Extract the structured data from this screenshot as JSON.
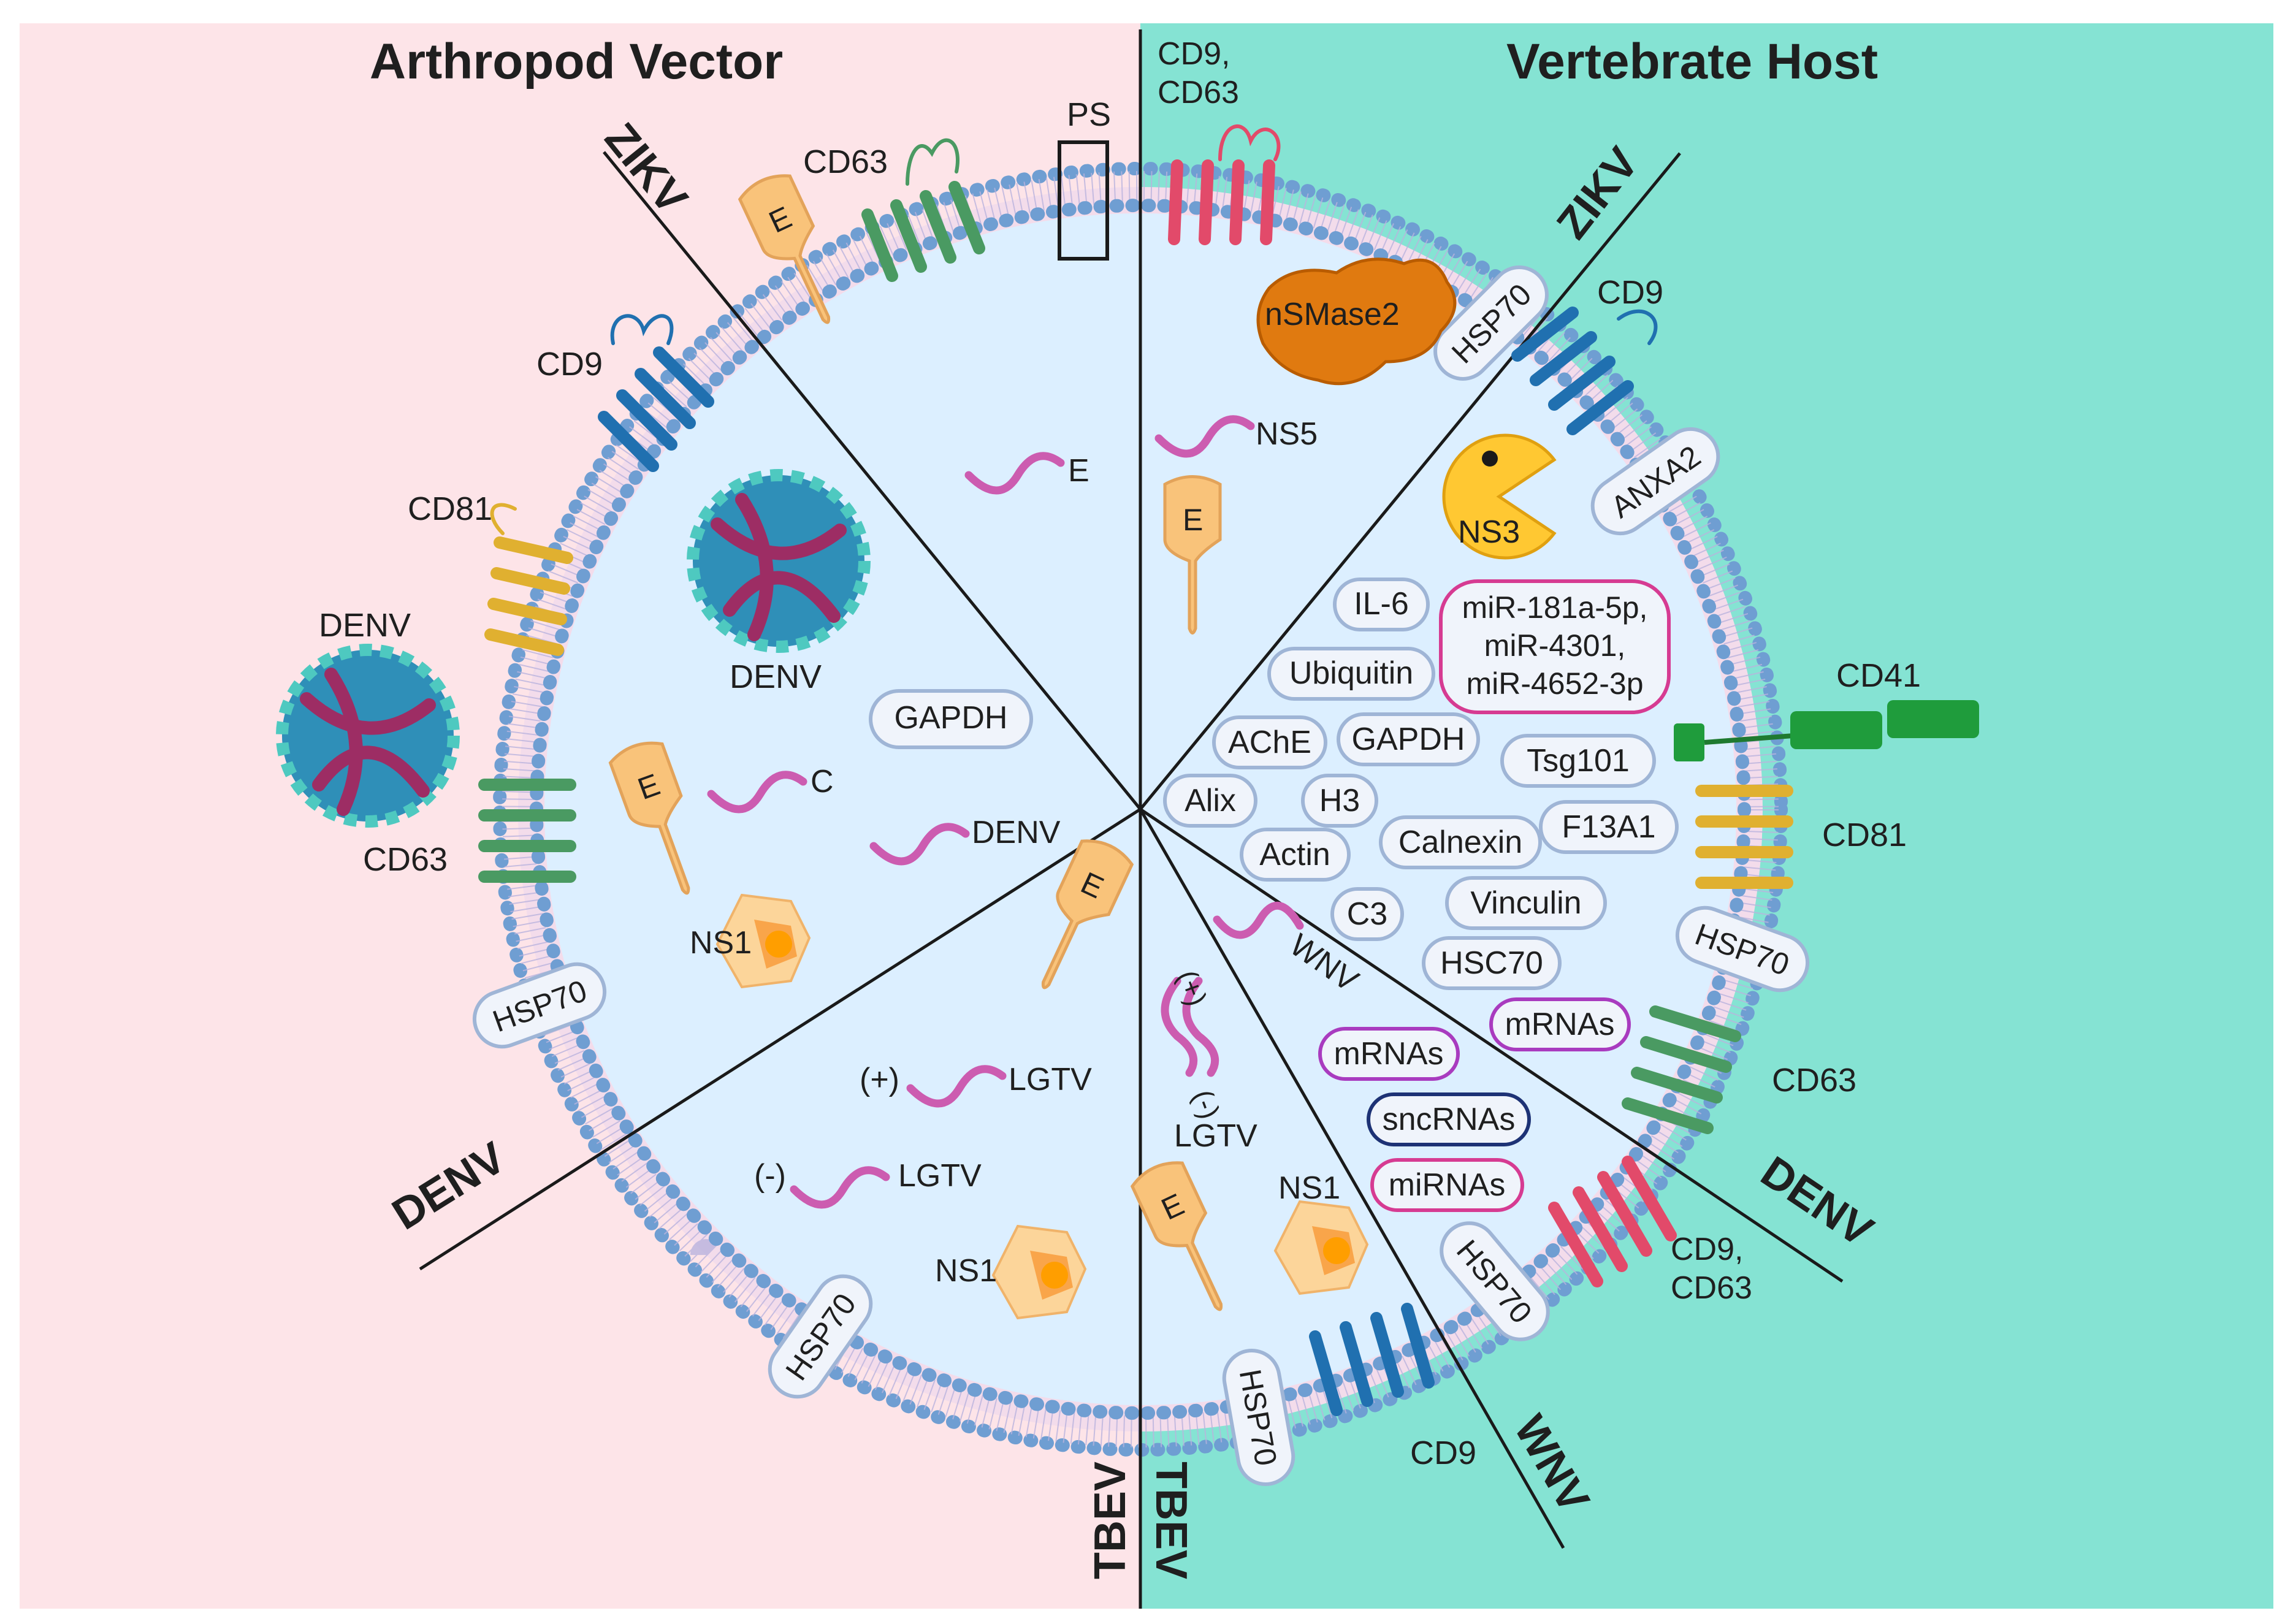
{
  "titles": {
    "left": "Arthropod Vector",
    "right": "Vertebrate Host"
  },
  "sectors": {
    "zikv_left": "ZIKV",
    "denv_left": "DENV",
    "tbev_left": "TBEV",
    "tbev_right": "TBEV",
    "wnv": "WNV",
    "denv_right": "DENV",
    "zikv_right": "ZIKV"
  },
  "membrane_labels": {
    "ps": "PS",
    "cd63_top": "CD63",
    "cd9_left": "CD9",
    "cd81_left": "CD81",
    "denv_outside": "DENV",
    "cd63_left": "CD63",
    "cd9_cd63_top_line1": "CD9,",
    "cd9_cd63_top_line2": "CD63",
    "cd9_right": "CD9",
    "cd41": "CD41",
    "cd81_right": "CD81",
    "cd63_right": "CD63",
    "cd9_cd63_bottom_line1": "CD9,",
    "cd9_cd63_bottom_line2": "CD63",
    "cd9_bottom": "CD9"
  },
  "pills": {
    "hsp70_left": "HSP70",
    "hsp70_bottom_left": "HSP70",
    "hsp70_bottom": "HSP70",
    "hsp70_bottom_right": "HSP70",
    "hsp70_right": "HSP70",
    "hsp70_top_right": "HSP70",
    "anxa2": "ANXA2"
  },
  "cargo": {
    "e_rna": "E",
    "denv_particle": "DENV",
    "gapdh_left": "GAPDH",
    "c_rna": "C",
    "denv_rna": "DENV",
    "ns1_left": "NS1",
    "lgtv_plus_sign": "(+)",
    "lgtv_plus": "LGTV",
    "lgtv_minus_sign": "(-)",
    "lgtv_minus": "LGTV",
    "ns1_bottom": "NS1",
    "nsmase2": "nSMase2",
    "ns5": "NS5",
    "ns3": "NS3",
    "il6": "IL-6",
    "mirna_list_1": "miR-181a-5p,",
    "mirna_list_2": "miR-4301,",
    "mirna_list_3": "miR-4652-3p",
    "ubiquitin": "Ubiquitin",
    "ache": "AChE",
    "gapdh_right": "GAPDH",
    "tsg101": "Tsg101",
    "alix": "Alix",
    "h3": "H3",
    "f13a1": "F13A1",
    "calnexin": "Calnexin",
    "actin": "Actin",
    "vinculin": "Vinculin",
    "c3": "C3",
    "hsc70": "HSC70",
    "wnv_rna": "WNV",
    "mrnas_1": "mRNAs",
    "mrnas_2": "mRNAs",
    "sncrnas": "sncRNAs",
    "mirnas": "miRNAs",
    "lgtv_right": "LGTV",
    "plus_right": "(+)",
    "minus_right": "(-)",
    "ns1_right": "NS1",
    "e_protein": "E"
  },
  "colors": {
    "left_bg": "#fde4e8",
    "right_bg": "#85e3d3",
    "vesicle": "#dcefff",
    "membrane": "#6f9ed2",
    "membrane_inner": "#f3dceb",
    "tetraspanin_cd63": "#4a9a62",
    "tetraspanin_cd9": "#2070b0",
    "tetraspanin_cd81": "#e0b030",
    "tetraspanin_cd9_cd63": "#e24a6a",
    "cd41": "#1f9c3c",
    "rna": "#cc5cb0",
    "e_protein": "#f9c37a",
    "nsmase2": "#e07a10",
    "ns3": "#ffc832",
    "pill_border": "#9fb5d6",
    "pill_pink": "#d63b92",
    "pill_purple": "#a93bbf",
    "pill_navy": "#1d3275"
  }
}
